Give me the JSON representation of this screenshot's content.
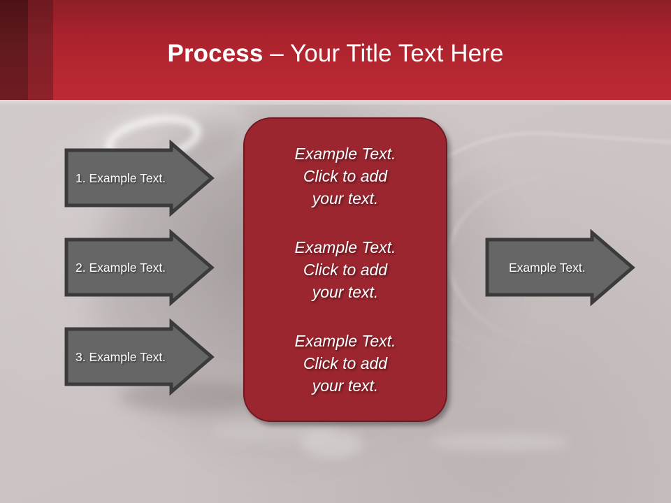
{
  "slide": {
    "background_color": "#cfc8c8",
    "header": {
      "accent_color": "#b32630",
      "title_strong": "Process",
      "title_rest": " – Your Title Text Here"
    }
  },
  "left_arrows": [
    {
      "label": "1. Example Text."
    },
    {
      "label": "2. Example Text."
    },
    {
      "label": "3. Example Text."
    }
  ],
  "center_card": {
    "fill_color": "#9c2630",
    "border_color": "#6f1a22",
    "blocks": [
      "Example Text.\nClick  to add\nyour text.",
      "Example Text.\nClick  to add\nyour text.",
      "Example Text.\nClick  to add\nyour text."
    ]
  },
  "right_arrow": {
    "label": "Example Text.",
    "fill_color": "#666666",
    "border_color": "#3b3b3b"
  }
}
